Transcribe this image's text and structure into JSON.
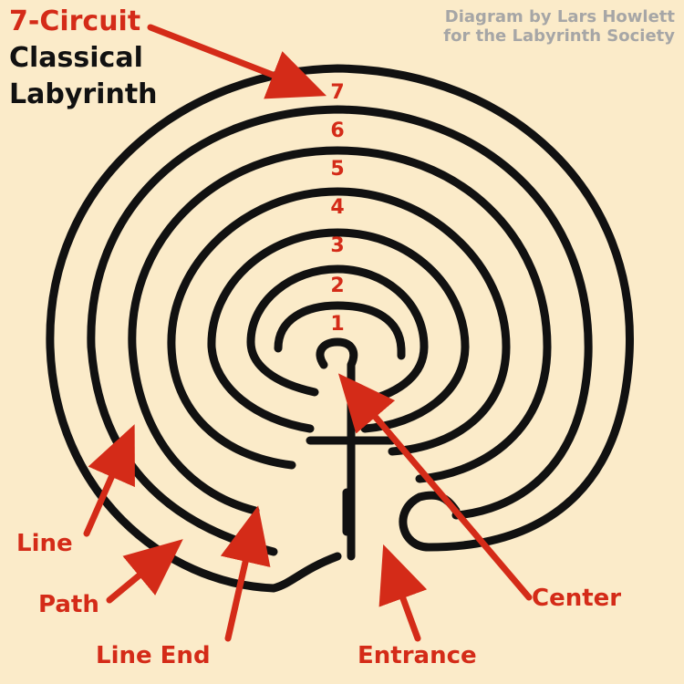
{
  "title": {
    "line1": "7-Circuit",
    "line2": "Classical",
    "line3": "Labyrinth"
  },
  "credit": {
    "line1": "Diagram by Lars Howlett",
    "line2": "for the Labyrinth Society"
  },
  "circuit_numbers": [
    "1",
    "2",
    "3",
    "4",
    "5",
    "6",
    "7"
  ],
  "labels": {
    "line": "Line",
    "path": "Path",
    "line_end": "Line End",
    "entrance": "Entrance",
    "center": "Center"
  },
  "colors": {
    "background": "#fbebc9",
    "line": "#111111",
    "accent": "#d42b18",
    "credit": "#a6a6a6"
  }
}
